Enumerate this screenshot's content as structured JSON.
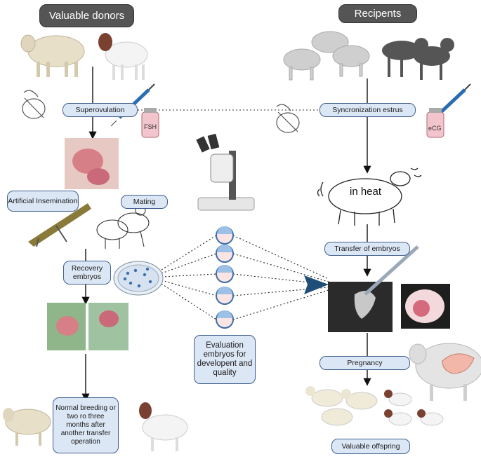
{
  "headers": {
    "donors": "Valuable donors",
    "recipients": "Recipents"
  },
  "steps": {
    "superovulation": "Superovulation",
    "sync_estrus": "Syncronization estrus",
    "artificial_insemination": "Artificial Insemination",
    "mating": "Mating",
    "recovery_embryos": "Recovery embryos",
    "evaluation": "Evaluation embryos for developent and quality",
    "transfer": "Transfer of embryos",
    "pregnancy": "Pregnancy",
    "normal_breeding": "Normal breeding or two ro three months after another transfer operation",
    "valuable_offspring": "Valuable offspring"
  },
  "labels": {
    "fsh": "FSH",
    "ecg": "eCG",
    "in_heat": "in heat"
  },
  "colors": {
    "pill_fill": "#dce7f5",
    "pill_border": "#3f5f8f",
    "header_fill": "#555555",
    "arrow_blue": "#1f4e79"
  }
}
